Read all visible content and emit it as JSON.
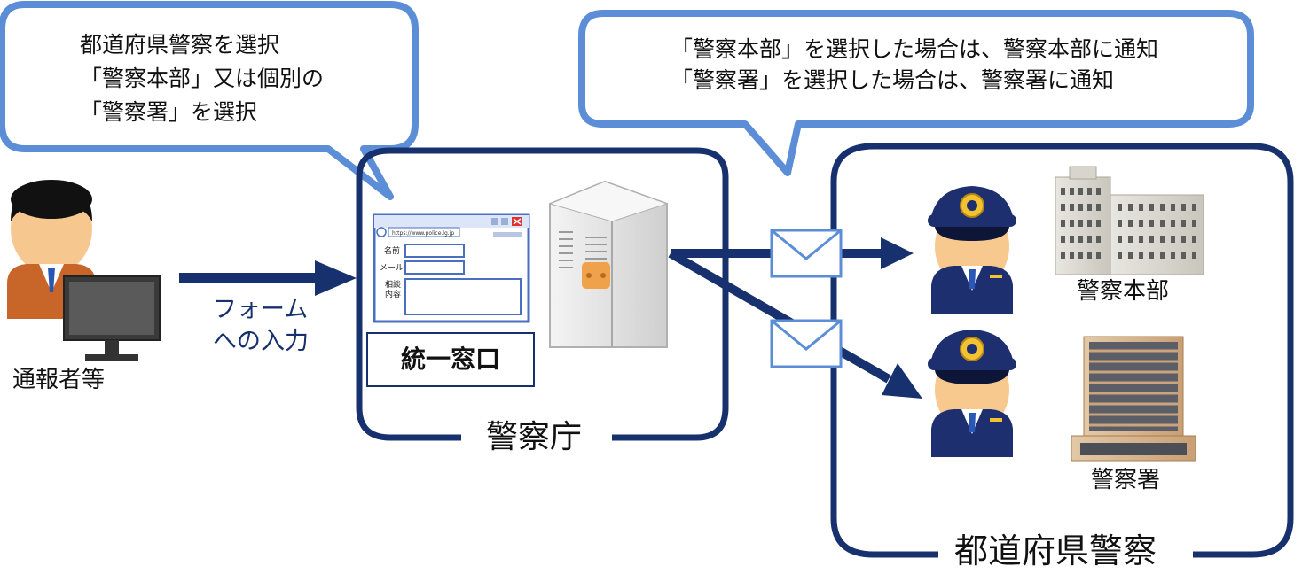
{
  "callouts": {
    "left": {
      "line1": "都道府県警察を選択",
      "line2": "「警察本部」又は個別の",
      "line3": "「警察署」を選択"
    },
    "right": {
      "line1": "「警察本部」を選択した場合は、警察本部に通知",
      "line2": "「警察署」を選択した場合は、警察署に通知"
    }
  },
  "reporter": {
    "label": "通報者等"
  },
  "form_input": {
    "line1": "フォーム",
    "line2": "への入力"
  },
  "npa": {
    "label": "警察庁",
    "window_title": "統一窓口",
    "browser": {
      "url": "https://www.police.lg.jp",
      "fields": {
        "name": "名前",
        "mail": "メール",
        "consult_1": "相談",
        "consult_2": "内容"
      }
    }
  },
  "prefectural": {
    "label": "都道府県警察",
    "hq": {
      "label": "警察本部"
    },
    "station": {
      "label": "警察署"
    }
  },
  "colors": {
    "navy": "#17306e",
    "callout_border": "#5b8ed6",
    "browser_blue": "#4a6fc0"
  }
}
